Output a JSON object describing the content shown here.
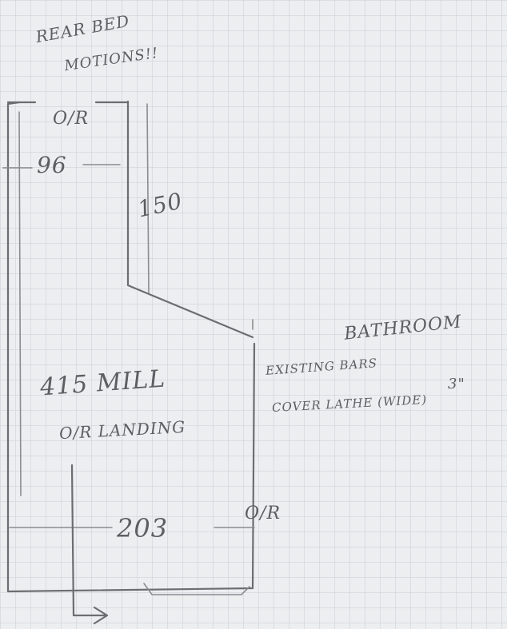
{
  "notes": {
    "reminder_line1": "REAR BED",
    "reminder_line2": "MOTIONS!!",
    "top_tag": "O/R",
    "bottom_tag": "O/R",
    "bathroom": "BATHROOM",
    "existing_line1": "EXISTING BARS",
    "existing_line2": "COVER LATHE (WIDE)",
    "existing_size": "3\"",
    "area_line1": "415 MILL",
    "area_line2": "O/R LANDING"
  },
  "dimensions": {
    "top_width": "96",
    "offset": "150",
    "bottom_width": "203"
  }
}
